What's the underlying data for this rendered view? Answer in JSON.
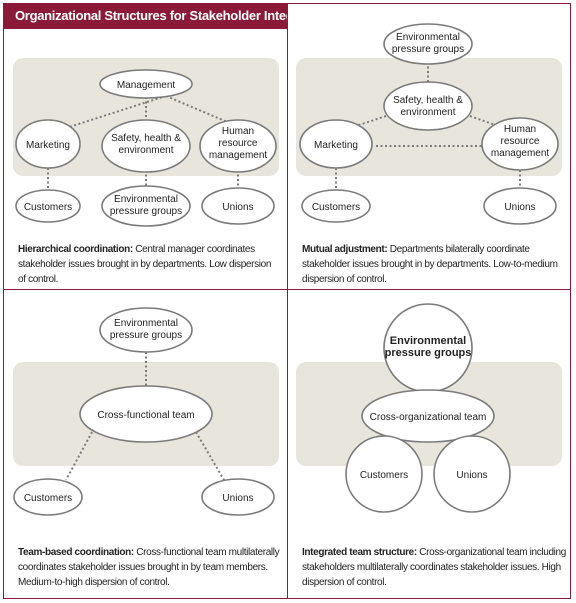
{
  "title": "Organizational Structures for Stakeholder Integration",
  "panels": {
    "hierarchical": {
      "nodes": {
        "management": [
          "Management"
        ],
        "marketing": [
          "Marketing"
        ],
        "safety": [
          "Safety, health &",
          "environment"
        ],
        "hr": [
          "Human",
          "resource",
          "management"
        ],
        "customers": [
          "Customers"
        ],
        "environmental": [
          "Environmental",
          "pressure groups"
        ],
        "unions": [
          "Unions"
        ]
      },
      "caption_bold": "Hierarchical coordination:",
      "caption_text": " Central manager coordinates stakeholder issues brought in by departments. Low dispersion of control."
    },
    "mutual": {
      "nodes": {
        "environmental": [
          "Environmental",
          "pressure groups"
        ],
        "safety": [
          "Safety, health &",
          "environment"
        ],
        "marketing": [
          "Marketing"
        ],
        "hr": [
          "Human",
          "resource",
          "management"
        ],
        "customers": [
          "Customers"
        ],
        "unions": [
          "Unions"
        ]
      },
      "caption_bold": "Mutual adjustment:",
      "caption_text": " Departments bilaterally coordinate stakeholder issues brought in by departments. Low-to-medium dispersion of control."
    },
    "team": {
      "nodes": {
        "environmental": [
          "Environmental",
          "pressure groups"
        ],
        "team": [
          "Cross-functional team"
        ],
        "customers": [
          "Customers"
        ],
        "unions": [
          "Unions"
        ]
      },
      "caption_bold": "Team-based coordination:",
      "caption_text": " Cross-functional team multilaterally coordinates stakeholder issues brought in by team members. Medium-to-high dispersion of control."
    },
    "integrated": {
      "nodes": {
        "environmental": [
          "Environmental",
          "pressure groups"
        ],
        "team": [
          "Cross-organizational team"
        ],
        "customers": [
          "Customers"
        ],
        "unions": [
          "Unions"
        ]
      },
      "caption_bold": "Integrated team structure:",
      "caption_text": " Cross-organizational team including stakeholders multilaterally coordinates stakeholder issues. High dispersion of control."
    }
  },
  "colors": {
    "accent": "#8b1a3a",
    "band": "#e8e5dc",
    "node_stroke": "#7a7a7a",
    "dots": "#7a7a7a"
  }
}
